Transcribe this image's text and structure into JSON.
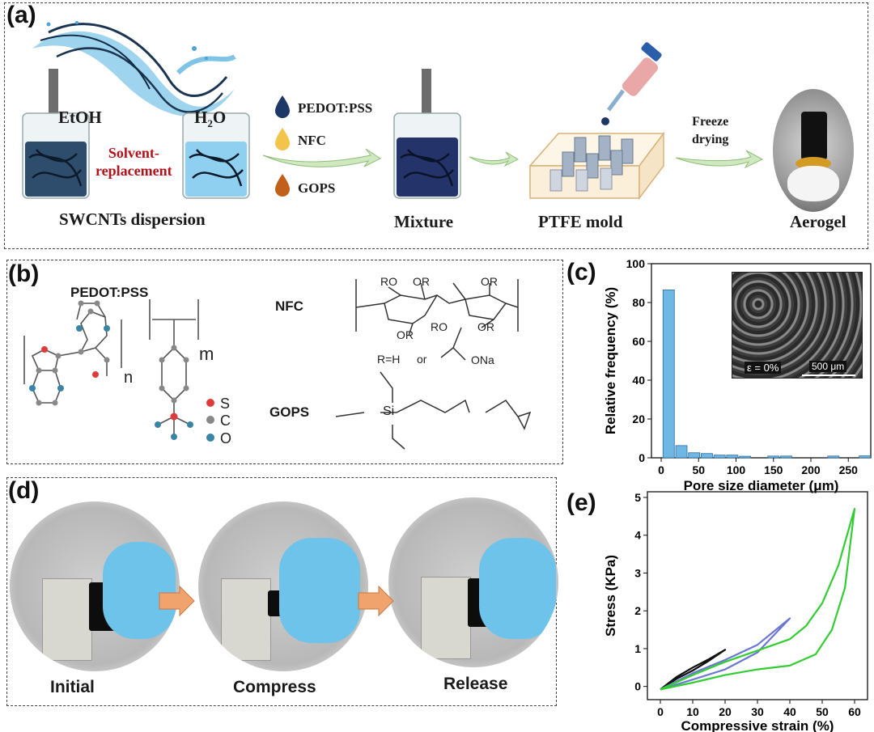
{
  "panel_a": {
    "label": "(a)",
    "etoh": "EtOH",
    "h2o": "H",
    "h2o_sub": "2",
    "h2o_end": "O",
    "solvent_line1": "Solvent-",
    "solvent_line2": "replacement",
    "swcnts": "SWCNTs dispersion",
    "reagents": [
      "PEDOT:PSS",
      "NFC",
      "GOPS"
    ],
    "mixture": "Mixture",
    "mold": "PTFE mold",
    "freeze_line1": "Freeze",
    "freeze_line2": "drying",
    "aerogel": "Aerogel"
  },
  "panel_b": {
    "label": "(b)",
    "pedot_pss": "PEDOT:PSS",
    "n": "n",
    "m": "m",
    "legend": [
      "S",
      "C",
      "O"
    ],
    "nfc": "NFC",
    "ro1": "RO",
    "or1": "OR",
    "or2": "OR",
    "ro2": "RO",
    "or3": "OR",
    "or4": "OR",
    "rh": "R=H",
    "or_word": "or",
    "ona": "ONa",
    "gops": "GOPS",
    "si": "Si"
  },
  "panel_c": {
    "label": "(c)",
    "inset_strain": "ε = 0%",
    "inset_scale": "500 μm"
  },
  "panel_d": {
    "label": "(d)",
    "captions": [
      "Initial",
      "Compress",
      "Release"
    ]
  },
  "panel_e": {
    "label": "(e)"
  },
  "colors": {
    "pedot_drop": "#1d3866",
    "nfc_drop": "#f3c44a",
    "gops_drop": "#c0601a",
    "solvent_text": "#b3121a",
    "bar_fill": "#6fb8e6",
    "curve_20": "#111111",
    "curve_40": "#6a78d2",
    "curve_60": "#33cc33",
    "glove": "#6ec3ea",
    "arrow": "#f0a36c"
  },
  "chart_data": [
    {
      "type": "bar",
      "xlabel": "Pore size diameter (μm)",
      "ylabel": "Relative frequency (%)",
      "x": [
        10,
        27,
        44,
        61,
        78,
        95,
        112,
        150,
        167,
        230,
        272
      ],
      "values": [
        86.5,
        6.3,
        2.6,
        2.2,
        1.4,
        1.4,
        0.8,
        0.9,
        0.9,
        0.9,
        1.0
      ],
      "xlim": [
        -13,
        280
      ],
      "ylim": [
        0,
        100
      ],
      "xticks": [
        0,
        50,
        100,
        150,
        200,
        250
      ],
      "yticks": [
        0,
        20,
        40,
        60,
        80,
        100
      ]
    },
    {
      "type": "line",
      "xlabel": "Compressive strain (%)",
      "ylabel": "Stress (KPa)",
      "xlim": [
        -4,
        64
      ],
      "ylim": [
        -0.35,
        5.15
      ],
      "xticks": [
        0,
        10,
        20,
        30,
        40,
        50,
        60
      ],
      "yticks": [
        0,
        1,
        2,
        3,
        4,
        5
      ],
      "series": [
        {
          "x": [
            0,
            5,
            10,
            15,
            20,
            15,
            10,
            5,
            0
          ],
          "y": [
            -0.08,
            0.2,
            0.42,
            0.68,
            0.97,
            0.72,
            0.5,
            0.25,
            -0.08
          ]
        },
        {
          "x": [
            0,
            10,
            20,
            30,
            40,
            30,
            20,
            10,
            0
          ],
          "y": [
            -0.08,
            0.35,
            0.7,
            1.1,
            1.8,
            0.9,
            0.45,
            0.18,
            -0.08
          ]
        },
        {
          "x": [
            0,
            10,
            20,
            30,
            40,
            45,
            50,
            55,
            60,
            57,
            53,
            48,
            40,
            30,
            20,
            10,
            0
          ],
          "y": [
            -0.08,
            0.3,
            0.65,
            0.95,
            1.25,
            1.6,
            2.2,
            3.2,
            4.7,
            2.6,
            1.5,
            0.85,
            0.55,
            0.45,
            0.3,
            0.1,
            -0.08
          ]
        }
      ]
    }
  ]
}
